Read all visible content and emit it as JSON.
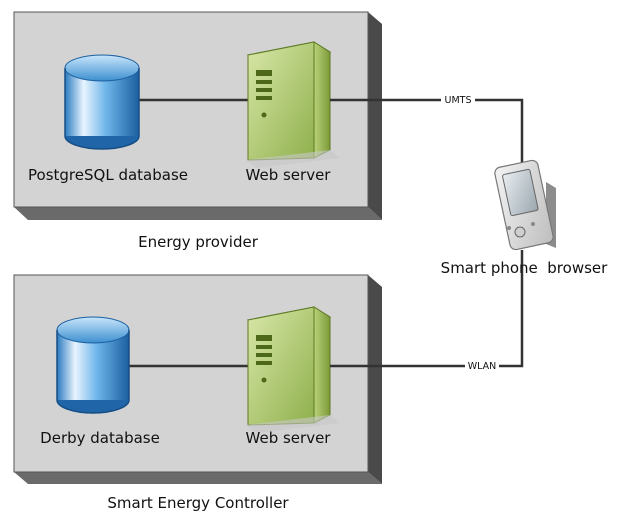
{
  "diagram": {
    "top_group": {
      "caption": "Energy provider",
      "database_label": "PostgreSQL database",
      "server_label": "Web server"
    },
    "bottom_group": {
      "caption": "Smart Energy Controller",
      "database_label": "Derby database",
      "server_label": "Web server"
    },
    "client_label": "Smart phone  browser",
    "links": {
      "top": "UMTS",
      "bottom": "WLAN"
    }
  }
}
